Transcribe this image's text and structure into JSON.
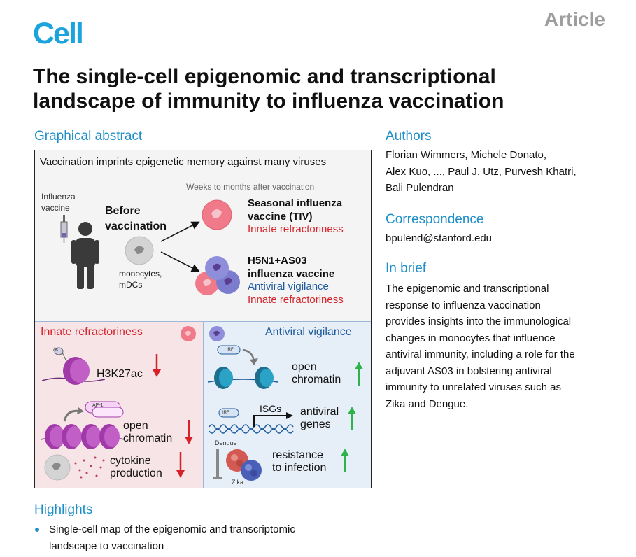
{
  "header": {
    "journal": "Cell",
    "article_type": "Article",
    "title_line1": "The single-cell epigenomic and transcriptional",
    "title_line2": "landscape of immunity to influenza vaccination"
  },
  "graphical_abstract": {
    "heading": "Graphical abstract",
    "top_label": "Vaccination imprints epigenetic memory against many viruses",
    "timeline_label": "Weeks to months after vaccination",
    "influenza_label_1": "Influenza",
    "influenza_label_2": "vaccine",
    "before_1": "Before",
    "before_2": "vaccination",
    "monocytes_1": "monocytes,",
    "monocytes_2": "mDCs",
    "tiv_1": "Seasonal influenza",
    "tiv_2": "vaccine (TIV)",
    "tiv_effect": "Innate refractoriness",
    "h5n1_1": "H5N1+AS03",
    "h5n1_2": "influenza vaccine",
    "h5n1_effect1": "Antiviral vigilance",
    "h5n1_effect2": "Innate refractoriness",
    "left_panel": {
      "title": "Innate refractoriness",
      "ac_tag": "Ac",
      "h3k27ac": "H3K27ac",
      "ap1": "AP-1",
      "open_1": "open",
      "open_2": "chromatin",
      "cytokine_1": "cytokine",
      "cytokine_2": "production"
    },
    "right_panel": {
      "title": "Antiviral vigilance",
      "irf": "IRF",
      "open_1": "open",
      "open_2": "chromatin",
      "isgs": "ISGs",
      "antiviral_1": "antiviral",
      "antiviral_2": "genes",
      "dengue": "Dengue",
      "zika": "Zika",
      "resist_1": "resistance",
      "resist_2": "to infection"
    }
  },
  "authors": {
    "heading": "Authors",
    "line1": "Florian Wimmers, Michele Donato,",
    "line2": "Alex Kuo, ..., Paul J. Utz, Purvesh Khatri,",
    "line3": "Bali Pulendran"
  },
  "correspondence": {
    "heading": "Correspondence",
    "email": "bpulend@stanford.edu"
  },
  "in_brief": {
    "heading": "In brief",
    "lines": [
      "The epigenomic and transcriptional",
      "response to influenza vaccination",
      "provides insights into the immunological",
      "changes in monocytes that influence",
      "antiviral immunity, including a role for the",
      "adjuvant AS03 in bolstering antiviral",
      "immunity to unrelated viruses such as",
      "Zika and Dengue."
    ]
  },
  "highlights": {
    "heading": "Highlights",
    "item1_line1": "Single-cell map of the epigenomic and transcriptomic",
    "item1_line2": "landscape to vaccination"
  },
  "colors": {
    "accent": "#1f8fc9",
    "logo": "#1ba3dc",
    "down_red": "#d6232a",
    "up_green": "#2db34a"
  }
}
